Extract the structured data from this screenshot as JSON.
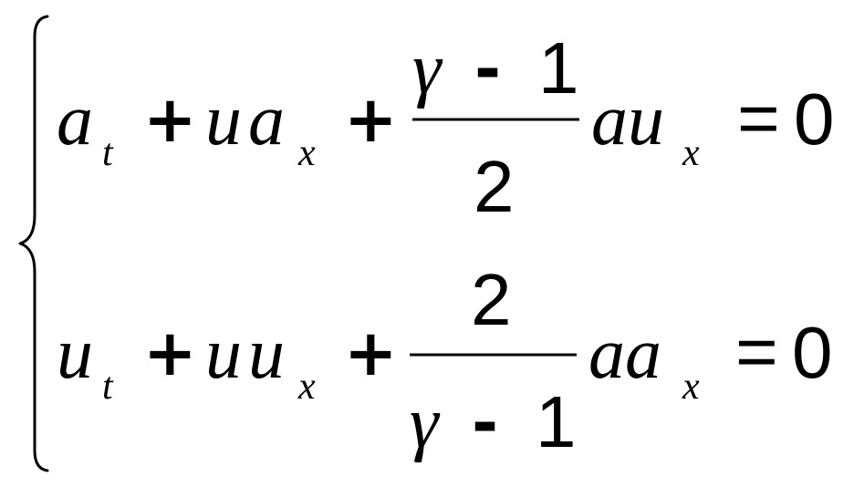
{
  "equation_system": {
    "row1": {
      "term1_base": "a",
      "term1_sub": "t",
      "plus1": "+",
      "term2_coef": "u",
      "term2_base": "a",
      "term2_sub": "x",
      "plus2": "+",
      "frac_num_gamma": "γ",
      "frac_num_minus": "-",
      "frac_num_one": "1",
      "frac_den": "2",
      "term3": "au",
      "term3_sub": "x",
      "equals": "=",
      "rhs": "0"
    },
    "row2": {
      "term1_base": "u",
      "term1_sub": "t",
      "plus1": "+",
      "term2_coef": "u",
      "term2_base": "u",
      "term2_sub": "x",
      "plus2": "+",
      "frac_num": "2",
      "frac_den_gamma": "γ",
      "frac_den_minus": "-",
      "frac_den_one": "1",
      "term3": "aa",
      "term3_sub": "x",
      "equals": "=",
      "rhs": "0"
    }
  }
}
